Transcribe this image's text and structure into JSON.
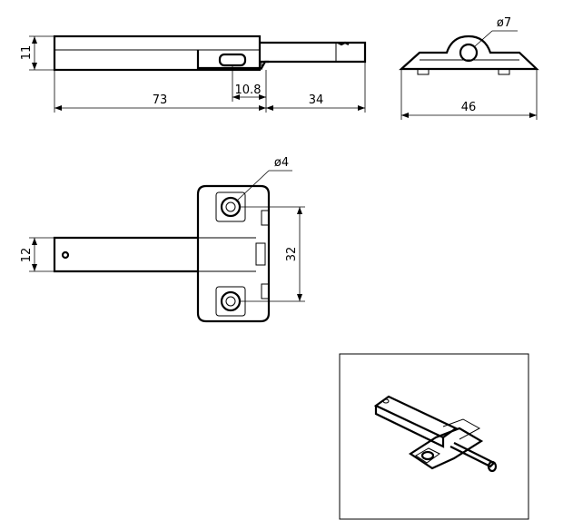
{
  "dimensions": {
    "side_height": "11",
    "side_length_body": "73",
    "side_slot": "10.8",
    "side_length_rod": "34",
    "end_hole_diameter": "ø7",
    "end_width": "46",
    "top_hole_diameter": "ø4",
    "top_rod_width": "12",
    "top_hole_spacing": "32"
  },
  "colors": {
    "line": "#000000",
    "background": "#ffffff"
  }
}
